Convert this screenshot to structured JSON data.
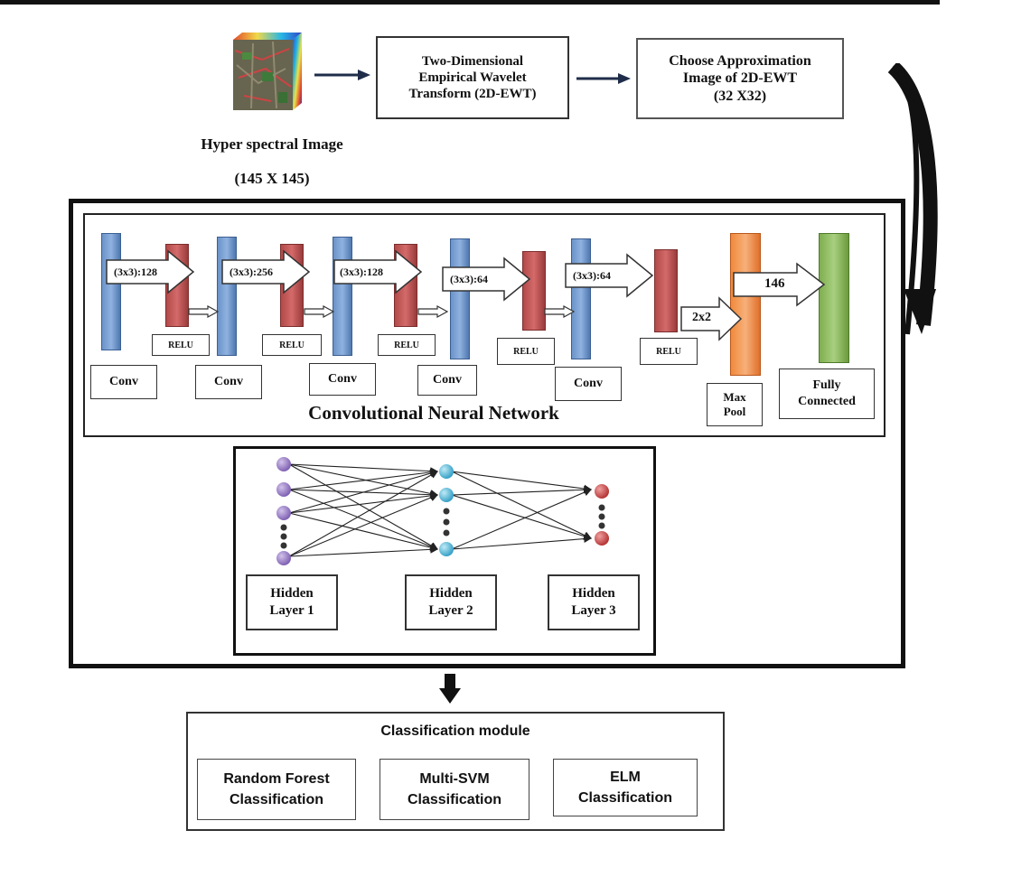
{
  "input": {
    "label_line1": "Hyper spectral Image",
    "label_line2": "(145 X 145)"
  },
  "ewt_box": {
    "line1": "Two-Dimensional",
    "line2": "Empirical Wavelet",
    "line3": "Transform (2D-EWT)"
  },
  "approx_box": {
    "line1": "Choose Approximation",
    "line2": "Image of 2D-EWT",
    "line3": "(32 X32)"
  },
  "cnn": {
    "title": "Convolutional Neural Network",
    "conv_label": "Conv",
    "relu_label": "RELU",
    "arrows": [
      "(3x3):128",
      "(3x3):256",
      "(3x3):128",
      "(3x3):64",
      "(3x3):64"
    ],
    "pool_arrow": "2x2",
    "fc_arrow": "146",
    "maxpool_line1": "Max",
    "maxpool_line2": "Pool",
    "fc_line1": "Fully",
    "fc_line2": "Connected"
  },
  "ann": {
    "layers": [
      {
        "line1": "Hidden",
        "line2": "Layer 1"
      },
      {
        "line1": "Hidden",
        "line2": "Layer 2"
      },
      {
        "line1": "Hidden",
        "line2": "Layer 3"
      }
    ]
  },
  "classification": {
    "title": "Classification module",
    "methods": [
      {
        "line1": "Random Forest",
        "line2": "Classification"
      },
      {
        "line1": "Multi-SVM",
        "line2": "Classification"
      },
      {
        "line1": "ELM",
        "line2": "Classification"
      }
    ]
  },
  "colors": {
    "conv": "#6b93c8",
    "relu": "#c25757",
    "maxpool": "#f39a55",
    "fc": "#8fbf62",
    "layer1_node": "#9b7fc4",
    "layer2_node": "#5bbcd8",
    "layer3_node": "#c94a4a"
  }
}
